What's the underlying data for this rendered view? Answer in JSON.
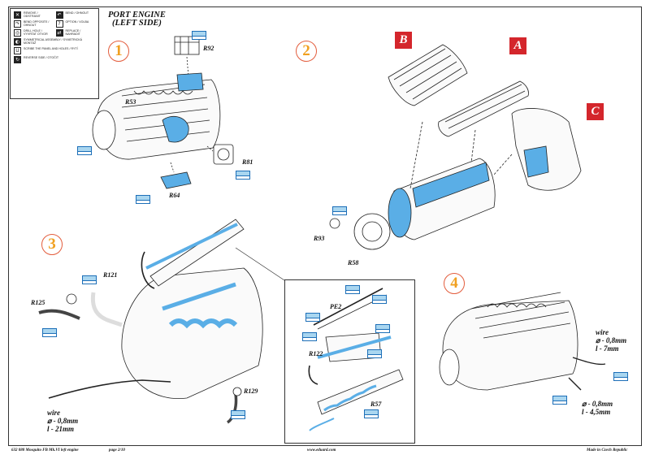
{
  "legend": {
    "items": [
      {
        "icon": "remove-icon",
        "text": "REMOVE / ODSTRANIT"
      },
      {
        "icon": "bend-icon",
        "text": "BEND / OHNOUT"
      },
      {
        "icon": "bend-opposite-icon",
        "text": "BEND OPPOSITE / OHNOUT"
      },
      {
        "icon": "option-icon",
        "text": "OPTION / VOLBA"
      },
      {
        "icon": "drill-icon",
        "text": "DRILL HOLE / VYVRTAT OTVOR"
      },
      {
        "icon": "replace-icon",
        "text": "REPLACE / NAHRADIT"
      },
      {
        "icon": "symmetrical-icon",
        "text": "SYMMETRICAL ASSEMBLY / SYMETRICKÁ MONTÁŽ"
      },
      {
        "icon": "scribe-icon",
        "text": "SCRIBE THE PANEL AND HOLES / RYTÍ"
      },
      {
        "icon": "reverse-icon",
        "text": "REVERSE SIDE / OTOČIT"
      }
    ]
  },
  "title": {
    "line1": "PORT ENGINE",
    "line2": "(LEFT SIDE)"
  },
  "steps": [
    "1",
    "2",
    "3",
    "4"
  ],
  "subassemblies": {
    "a": "A",
    "b": "B",
    "c": "C"
  },
  "parts": {
    "r92": "R92",
    "r53": "R53",
    "r81": "R81",
    "r64": "R64",
    "r93": "R93",
    "r58": "R58",
    "r121": "R121",
    "r125": "R125",
    "r129": "R129",
    "pe2": "PE2",
    "r122": "R122",
    "r57": "R57"
  },
  "wires": {
    "w3": {
      "label": "wire",
      "diameter": "⌀ - 0,8mm",
      "length": "l - 21mm"
    },
    "w4a": {
      "label": "wire",
      "diameter": "⌀ - 0,8mm",
      "length": "l - 7mm"
    },
    "w4b": {
      "diameter": "⌀ - 0,8mm",
      "length": "l - 4,5mm"
    }
  },
  "footer": {
    "code": "632 088 Mosquito FB Mk.VI left engine",
    "page": "page 2/10",
    "url": "www.eduard.com",
    "origin": "Made in Czech Republic"
  },
  "colors": {
    "highlight": "#5aaee6",
    "badge": "#d4262c",
    "step_ring": "#e35d3d",
    "step_text": "#f0a020"
  }
}
